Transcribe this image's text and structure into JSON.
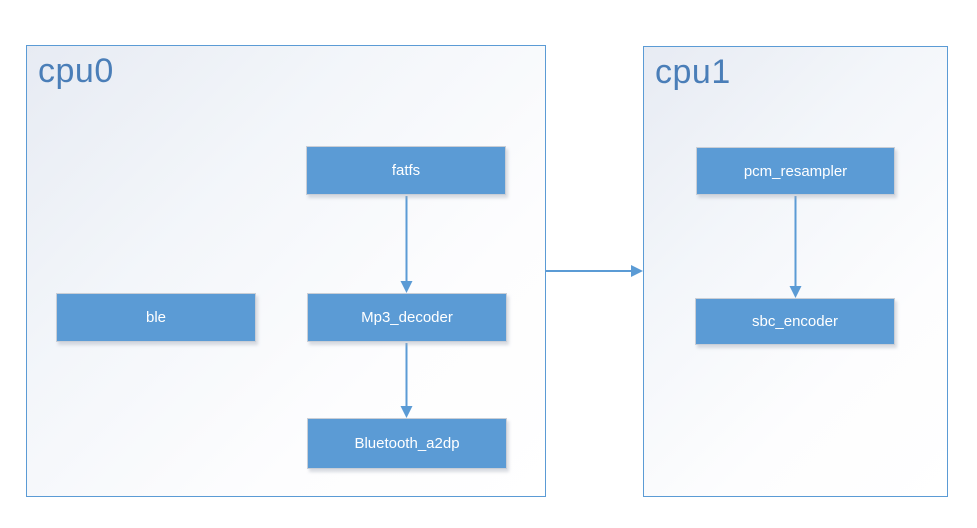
{
  "diagram": {
    "containers": {
      "cpu0": {
        "title": "cpu0"
      },
      "cpu1": {
        "title": "cpu1"
      }
    },
    "nodes": {
      "fatfs": {
        "label": "fatfs",
        "container": "cpu0"
      },
      "ble": {
        "label": "ble",
        "container": "cpu0"
      },
      "mp3_decoder": {
        "label": "Mp3_decoder",
        "container": "cpu0"
      },
      "bluetooth_a2dp": {
        "label": "Bluetooth_a2dp",
        "container": "cpu0"
      },
      "pcm_resampler": {
        "label": "pcm_resampler",
        "container": "cpu1"
      },
      "sbc_encoder": {
        "label": "sbc_encoder",
        "container": "cpu1"
      }
    },
    "edges": [
      {
        "from": "fatfs",
        "to": "mp3_decoder",
        "direction": "down"
      },
      {
        "from": "mp3_decoder",
        "to": "bluetooth_a2dp",
        "direction": "down"
      },
      {
        "from": "pcm_resampler",
        "to": "sbc_encoder",
        "direction": "down"
      },
      {
        "from": "cpu0",
        "to": "cpu1",
        "direction": "right"
      }
    ],
    "colors": {
      "node_fill": "#5b9bd5",
      "node_text": "#ffffff",
      "container_border": "#5b9bd5",
      "container_tint": "#e7ebf3",
      "title_text": "#4a7eb8",
      "arrow": "#5b9bd5",
      "background": "#ffffff"
    }
  }
}
